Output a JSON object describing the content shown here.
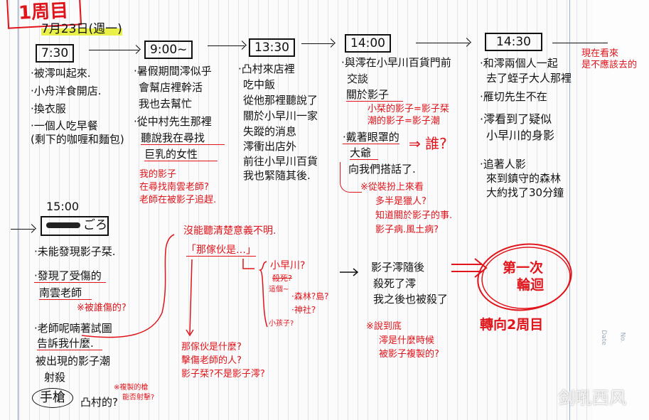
{
  "header": {
    "playthrough": "1周目",
    "date": "7月23日(週一)",
    "highlight_color": "#e9f04a",
    "ink_red": "#e0141a"
  },
  "col1": {
    "time": "7:30",
    "items": [
      "·被澪叫起來.",
      "·小舟洋食開店.",
      "·換衣服",
      "·一個人吃早餐",
      "(剩下的咖喱和麵包)"
    ]
  },
  "col2": {
    "time": "9:00~",
    "items": [
      "·暑假期間澪似乎",
      "會幫店裡幹活",
      "我也去幫忙",
      "·從中村先生那裡",
      "聽說我在尋找",
      "巨乳的女性"
    ],
    "notes": [
      "我的影子",
      "在尋找南雲老師?",
      "老師在被影子追趕."
    ]
  },
  "col3": {
    "time": "13:30",
    "items": [
      "·凸村來店裡",
      "吃中飯",
      "從他那裡聽說了",
      "關於小早川一家",
      "失蹤的消息",
      "澪衝出店外",
      "前往小早川百貨",
      "我也緊隨其後."
    ]
  },
  "col4": {
    "time": "14:00",
    "items": [
      "·與澪在小早川百貨門前",
      "交談",
      "關於影子",
      "·戴著眼罩的",
      "大爺",
      "向我們搭話了."
    ],
    "notes": [
      "小栞的影子=影子栞",
      "潮的影子=影子潮",
      "⇒ 誰?",
      "※從裝扮上來看",
      "多半是獵人?",
      "知道關於影子的事.",
      "影子病.風土病?"
    ]
  },
  "col5": {
    "time": "14:30",
    "items": [
      "·和澪兩個人一起",
      "去了蛭子大人那裡",
      "·雁切先生不在",
      "·澪看到了疑似",
      "小早川的身影",
      "·追著人影",
      "來到鎮守的森林",
      "大約找了30分鐘"
    ],
    "notes": [
      "現在看來",
      "是不應該去的"
    ]
  },
  "col6": {
    "time": "15:00",
    "box_text": "ごろ",
    "items": [
      "·未能發現影子栞.",
      "·發現了受傷的",
      "南雲老師",
      "·老師呢喃著試圖",
      "告訴我什麼.",
      "被出現的影子潮",
      "射殺",
      "手槍",
      "凸村的?"
    ],
    "notes": [
      "※被誰傷的?",
      "※複製的槍",
      "能否射擊?"
    ]
  },
  "middle": {
    "notes": [
      "沒能聽清楚意義不明.",
      "「那傢伙是…」",
      "小早川?",
      "殺死?",
      "這個~",
      "·森林?島?",
      "·神社?",
      "小孩子?",
      "那傢伙是什麼?",
      "擊傷老師的人?",
      "影子栞?不是影子澪?"
    ]
  },
  "ending": {
    "items": [
      "影子澪隨後",
      "殺死了澪",
      "我之後也被殺了"
    ],
    "notes": [
      "※說到底",
      "澪是什麼時候",
      "被影子複製的?"
    ],
    "loop": [
      "第一次",
      "輪迴"
    ],
    "next": "轉向2周目"
  },
  "sidebar": {
    "date_label": "Date",
    "no_label": "No."
  },
  "watermark": "剑吼西风"
}
